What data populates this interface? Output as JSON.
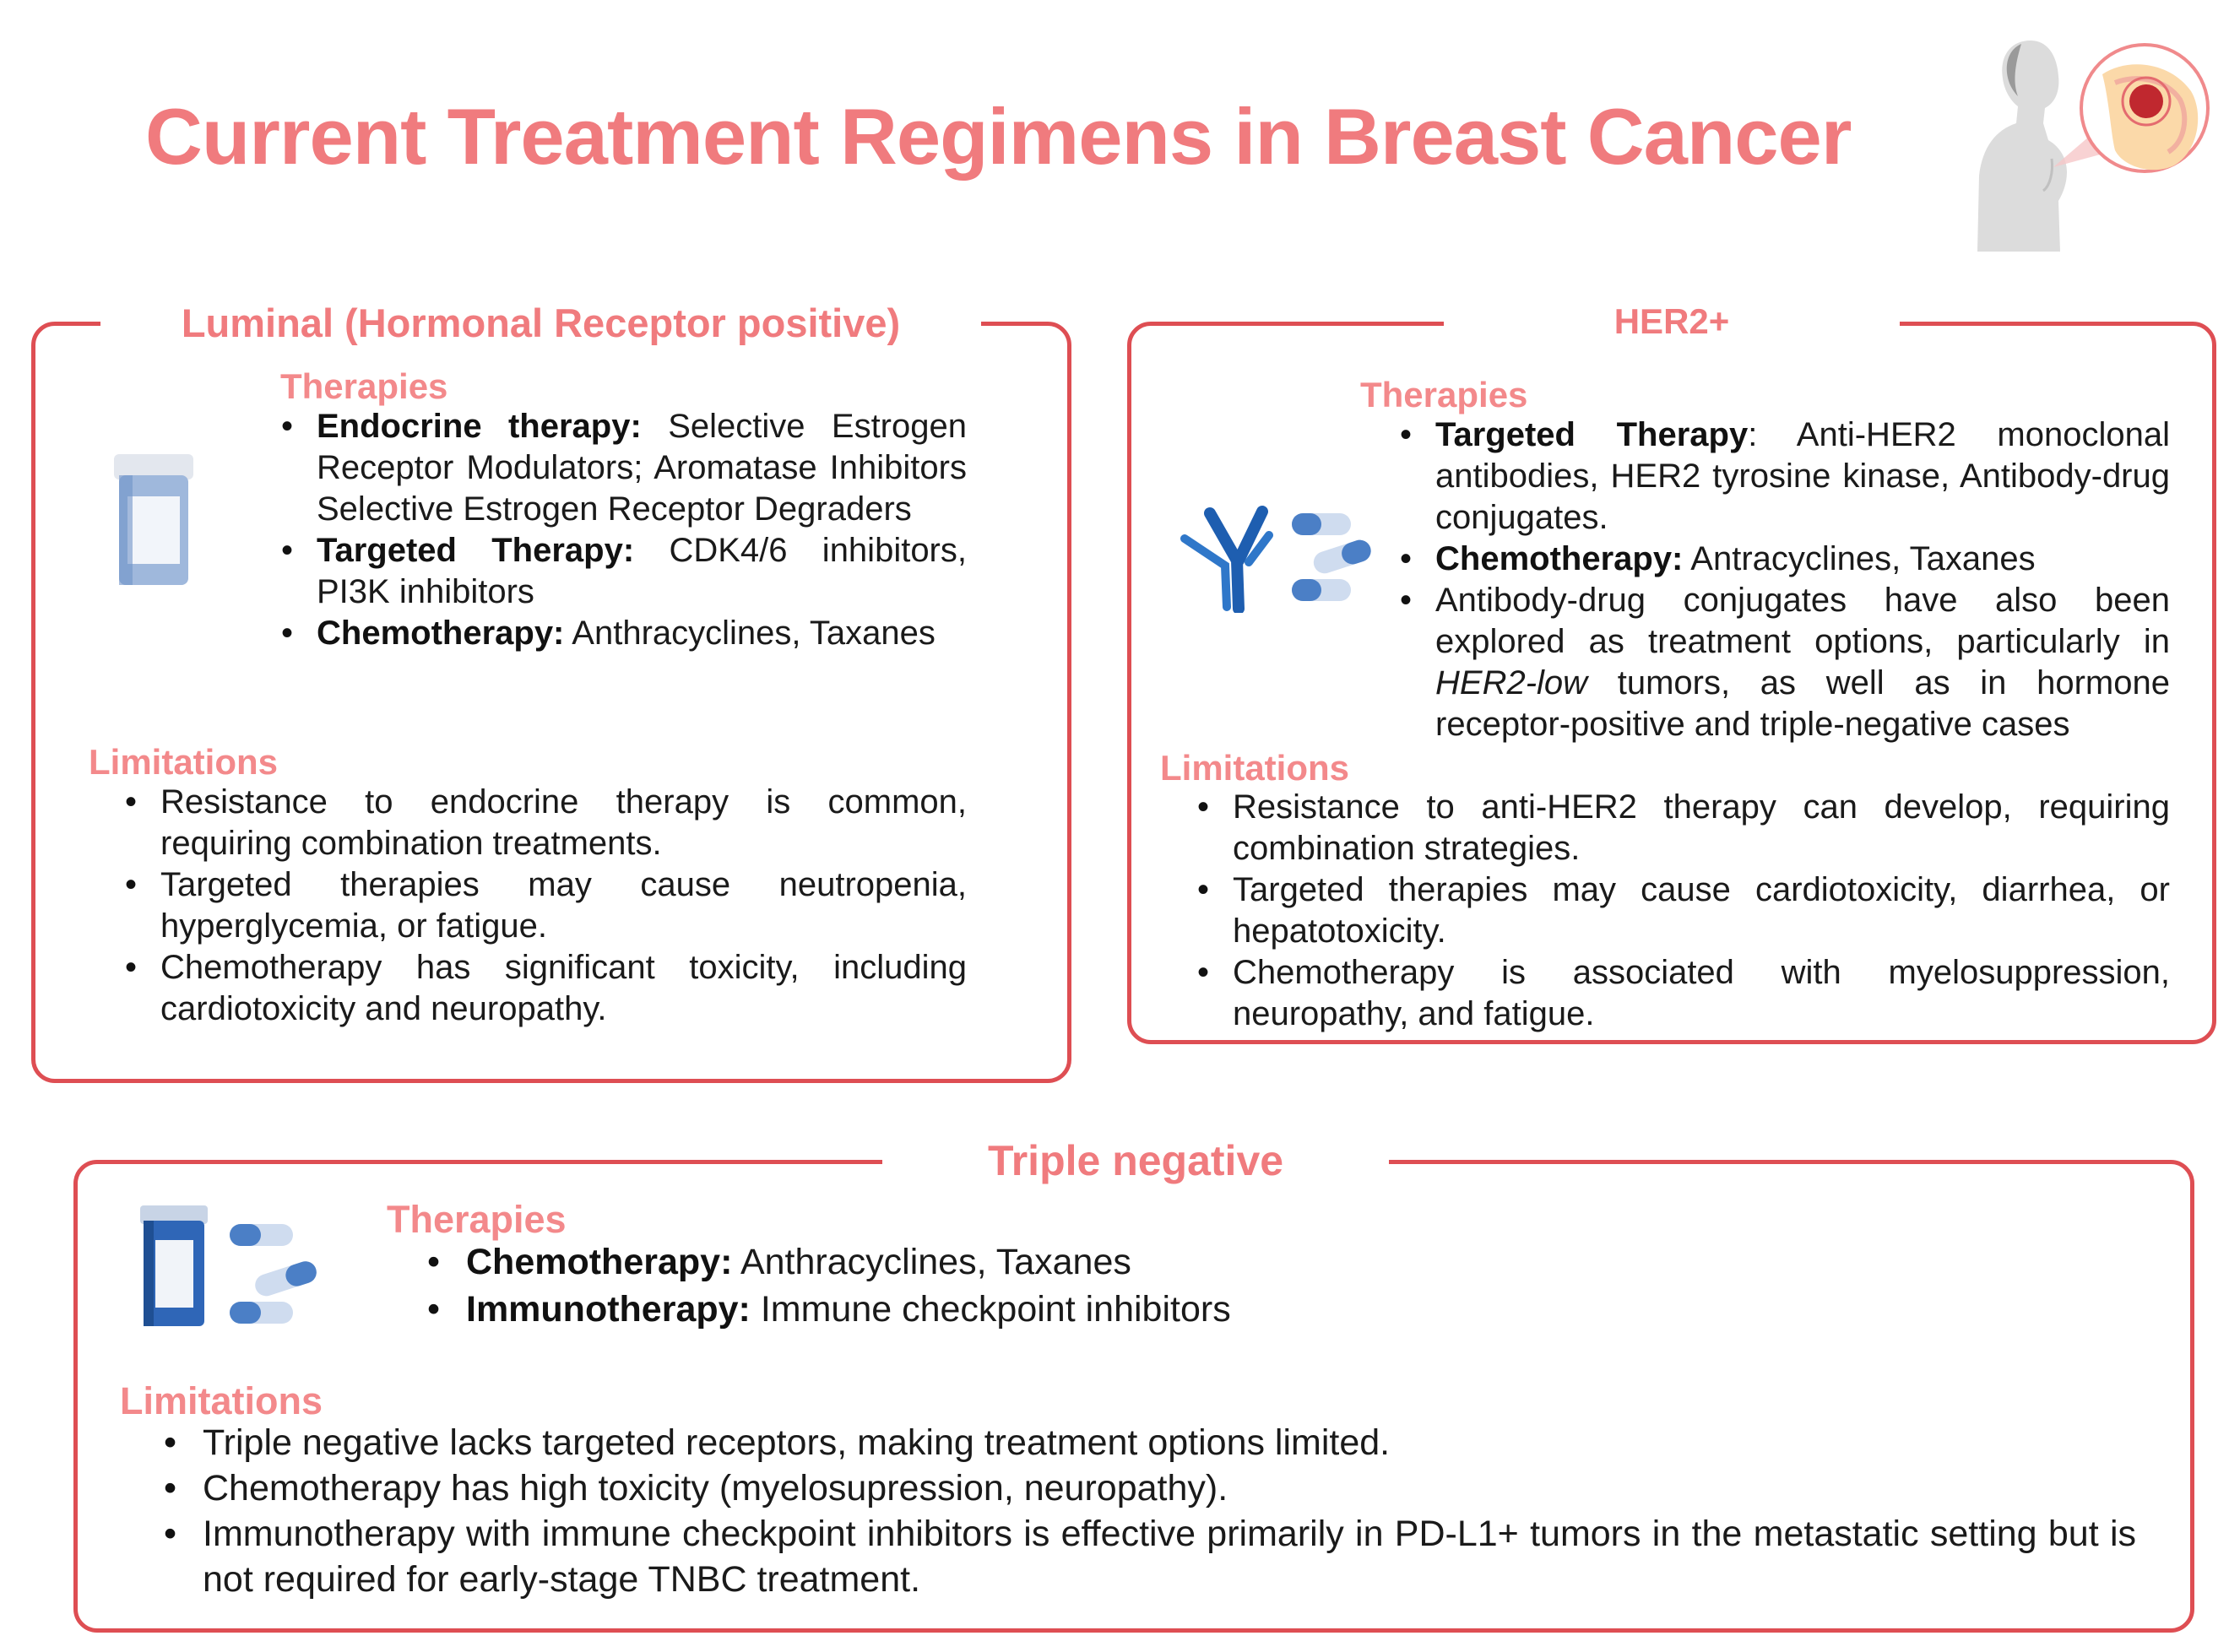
{
  "title": "Current Treatment Regimens in Breast Cancer",
  "panels": {
    "luminal": {
      "title": "Luminal (Hormonal Receptor positive)",
      "therapies_label": "Therapies",
      "therapies": [
        {
          "bold": "Endocrine therapy:",
          "text": " Selective Estrogen Receptor Modulators; Aromatase Inhibitors Selective Estrogen Receptor Degraders"
        },
        {
          "bold": "Targeted Therapy:",
          "text": " CDK4/6 inhibitors, PI3K inhibitors"
        },
        {
          "bold": "Chemotherapy:",
          "text": " Anthracyclines, Taxanes"
        }
      ],
      "limitations_label": "Limitations",
      "limitations": [
        "Resistance to endocrine therapy is common, requiring combination treatments.",
        "Targeted therapies may cause neutropenia, hyperglycemia, or fatigue.",
        "Chemotherapy has significant toxicity, including cardiotoxicity and neuropathy."
      ]
    },
    "her2": {
      "title": "HER2+",
      "therapies_label": "Therapies",
      "therapies": [
        {
          "bold": "Targeted Therapy",
          "text": ": Anti-HER2 monoclonal antibodies, HER2 tyrosine kinase, Antibody-drug conjugates."
        },
        {
          "bold": "Chemotherapy:",
          "text": " Antracyclines, Taxanes"
        },
        {
          "bold": "",
          "text": "Antibody-drug conjugates have also been explored as treatment options, particularly in ",
          "italic": "HER2-low",
          "text2": " tumors, as well as in hormone receptor-positive and triple-negative cases"
        }
      ],
      "limitations_label": "Limitations",
      "limitations": [
        "Resistance to anti-HER2 therapy can develop, requiring combination strategies.",
        "Targeted therapies may cause cardiotoxicity, diarrhea, or hepatotoxicity.",
        "Chemotherapy is associated with myelosuppression, neuropathy, and fatigue."
      ]
    },
    "triple_negative": {
      "title": "Triple negative",
      "therapies_label": "Therapies",
      "therapies": [
        {
          "bold": "Chemotherapy:",
          "text": " Anthracyclines, Taxanes"
        },
        {
          "bold": "Immunotherapy:",
          "text": " Immune checkpoint inhibitors"
        }
      ],
      "limitations_label": "Limitations",
      "limitations": [
        "Triple negative lacks targeted receptors, making treatment options limited.",
        "Chemotherapy has high toxicity (myelosupression, neuropathy).",
        "Immunotherapy with immune checkpoint inhibitors is effective primarily in PD-L1+ tumors in the metastatic setting but is not required for early-stage TNBC treatment."
      ]
    }
  },
  "colors": {
    "accent_red": "#de4e53",
    "heading_pink": "#f07b7e",
    "drug_blue": "#2f66b7"
  },
  "icons": {
    "header": "breast-anatomy-icon",
    "luminal": "medicine-bottle-icon",
    "her2": "antibody-and-capsules-icon",
    "triple_negative": "bottle-and-capsules-icon"
  }
}
